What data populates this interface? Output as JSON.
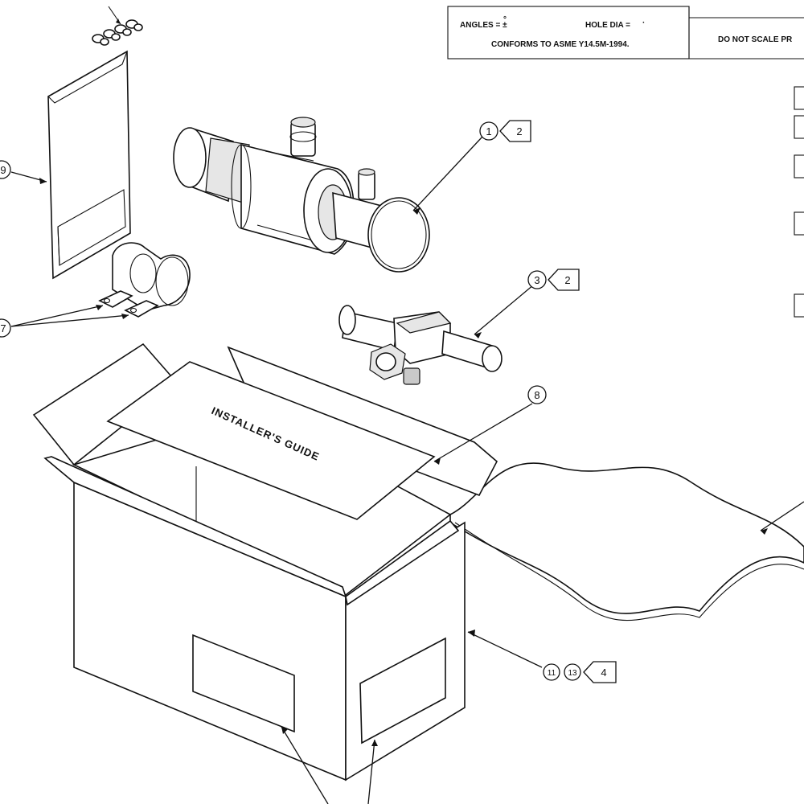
{
  "title_block": {
    "angles": "ANGLES = ±",
    "hole_dia": "HOLE DIA =",
    "conforms": "CONFORMS TO ASME Y14.5M-1994.",
    "do_not_scale": "DO NOT SCALE PR"
  },
  "guide_label": "INSTALLER'S GUIDE",
  "callouts": [
    {
      "item": "1",
      "qty": "2"
    },
    {
      "item": "3",
      "qty": "2"
    },
    {
      "item": "8"
    },
    {
      "item": "9"
    },
    {
      "item": "7"
    },
    {
      "item": "11",
      "item2": "13",
      "qty": "4"
    }
  ]
}
